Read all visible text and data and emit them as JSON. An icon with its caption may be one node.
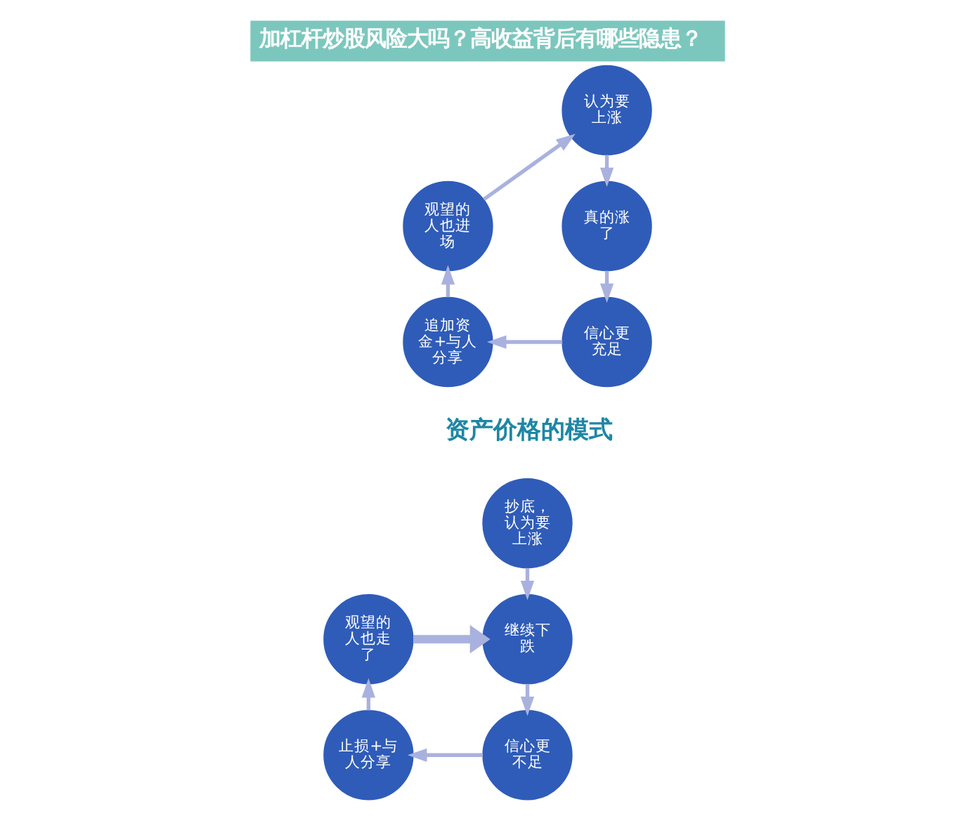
{
  "diagram": {
    "title": "加杠杆炒股风险大吗？高收益背后有哪些隐患？",
    "nodes": [
      {
        "text": [
          "认为要上涨"
        ]
      },
      {
        "text": [
          "真的涨了"
        ]
      },
      {
        "text": [
          "信心更充足"
        ]
      },
      {
        "text": [
          "追加资金+与人分享"
        ]
      },
      {
        "text": [
          "观望的人也进场"
        ]
      },
      {
        "text": [
          "抄底，认为要上涨"
        ]
      },
      {
        "text": [
          "继续下跌"
        ]
      },
      {
        "text": [
          "信心更不足"
        ]
      },
      {
        "text": [
          "止损+与人分享"
        ]
      },
      {
        "text": [
          "观望的人也走了"
        ]
      }
    ],
    "edges": [
      {
        "from": 0,
        "to": 1,
        "arrow": "to"
      },
      {
        "from": 1,
        "to": 2,
        "arrow": "to"
      },
      {
        "from": 2,
        "to": 3,
        "arrow": "to"
      },
      {
        "from": 3,
        "to": 4,
        "arrow": "to"
      },
      {
        "from": 4,
        "to": 0,
        "arrow": "to"
      },
      {
        "from": 5,
        "to": 6,
        "arrow": "to"
      },
      {
        "from": 6,
        "to": 7,
        "arrow": "to"
      },
      {
        "from": 7,
        "to": 8,
        "arrow": "to"
      },
      {
        "from": 8,
        "to": 9,
        "arrow": "to"
      },
      {
        "from": 9,
        "to": 6,
        "arrow": "to",
        "style": "thick"
      }
    ],
    "labels": [
      "资产价格的模式"
    ]
  }
}
